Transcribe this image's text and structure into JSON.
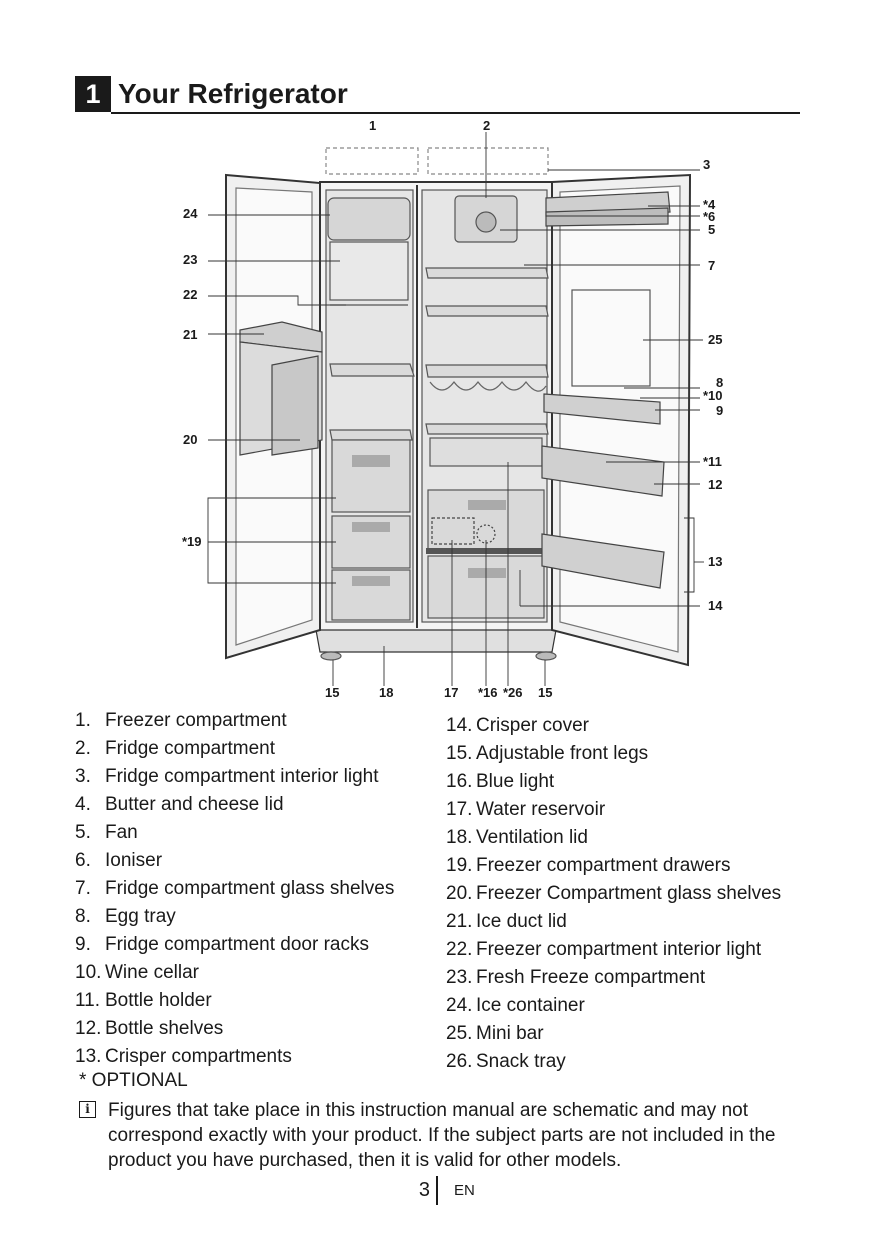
{
  "section": {
    "number": "1",
    "title": "Your Refrigerator"
  },
  "callouts": {
    "c1": "1",
    "c2": "2",
    "c3": "3",
    "c4": "*4",
    "c6": "*6",
    "c5": "5",
    "c7": "7",
    "c24": "24",
    "c23": "23",
    "c22": "22",
    "c21": "21",
    "c25": "25",
    "c8": "8",
    "c10": "*10",
    "c9": "9",
    "c20": "20",
    "c11": "*11",
    "c12": "12",
    "c19": "*19",
    "c13": "13",
    "c14": "14",
    "b15a": "15",
    "b18": "18",
    "b17": "17",
    "b16": "*16",
    "b26": "*26",
    "b15b": "15"
  },
  "parts_left": [
    {
      "num": "1.",
      "label": "Freezer compartment"
    },
    {
      "num": "2.",
      "label": "Fridge compartment"
    },
    {
      "num": "3.",
      "label": "Fridge compartment interior light"
    },
    {
      "num": "4.",
      "label": "Butter and cheese lid"
    },
    {
      "num": "5.",
      "label": "Fan"
    },
    {
      "num": "6.",
      "label": "Ioniser"
    },
    {
      "num": "7.",
      "label": "Fridge compartment glass shelves"
    },
    {
      "num": "8.",
      "label": "Egg tray"
    },
    {
      "num": "9.",
      "label": "Fridge compartment door racks"
    },
    {
      "num": "10.",
      "label": "Wine cellar"
    },
    {
      "num": "11.",
      "label": "Bottle holder"
    },
    {
      "num": "12.",
      "label": "Bottle shelves"
    },
    {
      "num": "13.",
      "label": "Crisper compartments"
    }
  ],
  "parts_right": [
    {
      "num": "14.",
      "label": "Crisper cover"
    },
    {
      "num": "15.",
      "label": "Adjustable front legs"
    },
    {
      "num": "16.",
      "label": "Blue light"
    },
    {
      "num": "17.",
      "label": "Water reservoir"
    },
    {
      "num": "18.",
      "label": "Ventilation lid"
    },
    {
      "num": "19.",
      "label": "Freezer compartment drawers"
    },
    {
      "num": "20.",
      "label": "Freezer Compartment glass shelves"
    },
    {
      "num": "21.",
      "label": "Ice duct lid"
    },
    {
      "num": "22.",
      "label": "Freezer compartment interior light"
    },
    {
      "num": "23.",
      "label": "Fresh Freeze compartment"
    },
    {
      "num": "24.",
      "label": "Ice container"
    },
    {
      "num": "25.",
      "label": "Mini bar"
    },
    {
      "num": "26.",
      "label": " Snack tray"
    }
  ],
  "optional_note": "* OPTIONAL",
  "note": {
    "icon": "info-icon",
    "text": "Figures that take place in this instruction manual are schematic and may not correspond exactly with your product. If the subject parts are not included in the product you have purchased, then it is valid for other models."
  },
  "footer": {
    "page": "3",
    "lang": "EN"
  }
}
